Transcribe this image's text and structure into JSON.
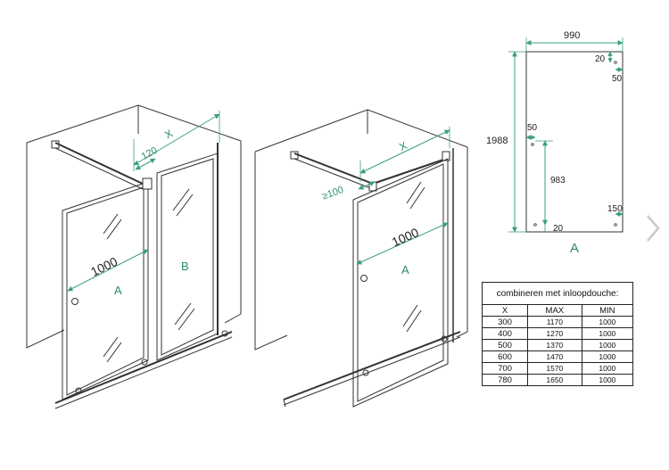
{
  "left_drawing": {
    "dim_x": "X",
    "dim_120": "120",
    "dim_1000": "1000",
    "panel_a": "A",
    "panel_b": "B"
  },
  "middle_drawing": {
    "dim_x": "X",
    "dim_100": "≥100",
    "dim_1000": "1000",
    "panel_a": "A"
  },
  "panel_drawing": {
    "width": "990",
    "height": "1988",
    "d20_top": "20",
    "d50_right": "50",
    "d50_left": "50",
    "d983": "983",
    "d150": "150",
    "d20_bottom": "20",
    "label": "A"
  },
  "table": {
    "title": "combineren met inloopdouche:",
    "headers": [
      "X",
      "MAX",
      "MIN"
    ],
    "rows": [
      [
        "300",
        "1170",
        "1000"
      ],
      [
        "400",
        "1270",
        "1000"
      ],
      [
        "500",
        "1370",
        "1000"
      ],
      [
        "600",
        "1470",
        "1000"
      ],
      [
        "700",
        "1570",
        "1000"
      ],
      [
        "780",
        "1650",
        "1000"
      ]
    ]
  },
  "nav": {
    "next_icon": "chevron-right-icon"
  }
}
